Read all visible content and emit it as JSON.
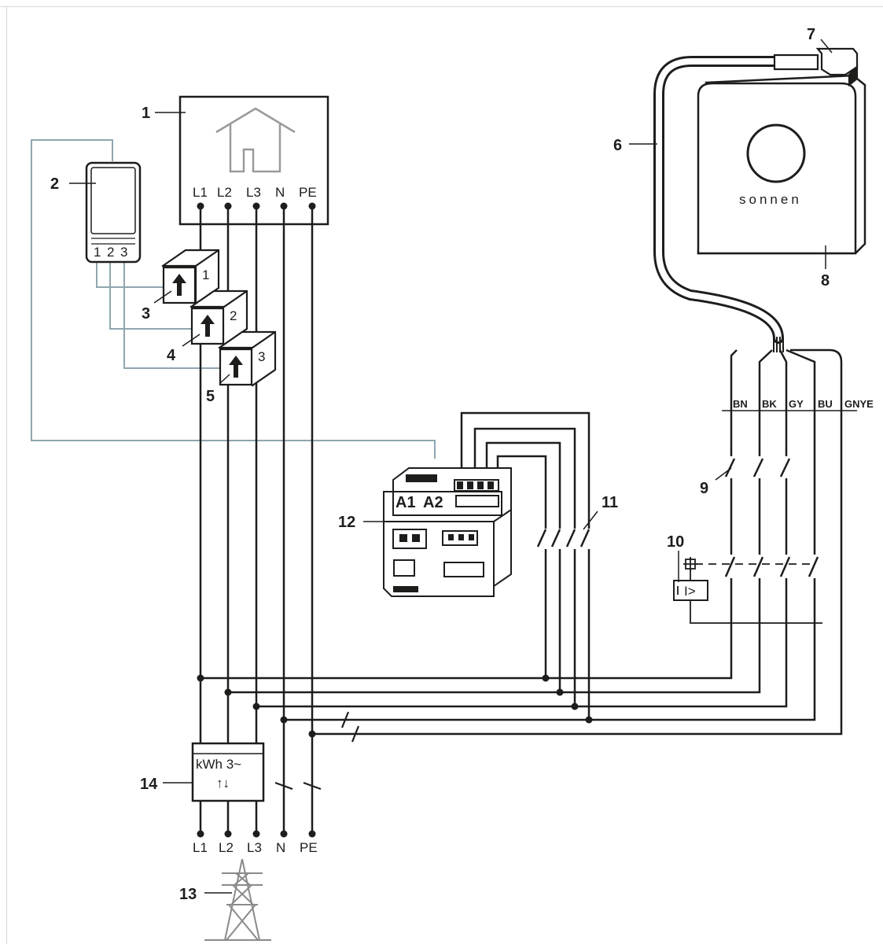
{
  "callouts": [
    "1",
    "2",
    "3",
    "4",
    "5",
    "6",
    "7",
    "8",
    "9",
    "10",
    "11",
    "12",
    "13",
    "14"
  ],
  "house_terminals": [
    "L1",
    "L2",
    "L3",
    "N",
    "PE"
  ],
  "grid_terminals": [
    "L1",
    "L2",
    "L3",
    "N",
    "PE"
  ],
  "cable_colors": [
    "BN",
    "BK",
    "GY",
    "BU",
    "GNYE"
  ],
  "meter_channels": [
    "1",
    "2",
    "3"
  ],
  "ct_channels": [
    "1",
    "2",
    "3"
  ],
  "relay_terminals": [
    "A1",
    "A2"
  ],
  "bidirectional_meter": {
    "unit": "kWh 3~",
    "symbol": "↑↓"
  },
  "rcd_symbol": "I>",
  "brand": "sonnen",
  "colors": {
    "line": "#1d1d1b",
    "signal": "#8fa6b0",
    "background": "#ffffff"
  }
}
